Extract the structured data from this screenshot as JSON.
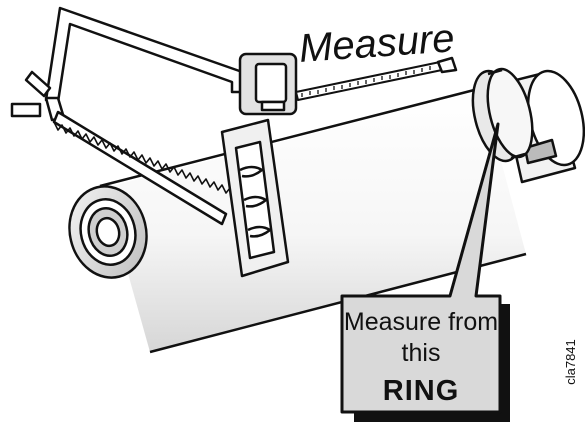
{
  "diagram": {
    "measure_label": "Measure",
    "callout": {
      "line1": "Measure from",
      "line2": "this",
      "line3": "RING"
    },
    "figure_id": "cla7841",
    "colors": {
      "outline": "#111111",
      "callout_fill": "#d9d9d9",
      "pipe_shade": "#eeeeee"
    },
    "icons": [
      "hacksaw-icon",
      "tape-measure-icon",
      "pipe-icon",
      "ring-icon"
    ]
  }
}
